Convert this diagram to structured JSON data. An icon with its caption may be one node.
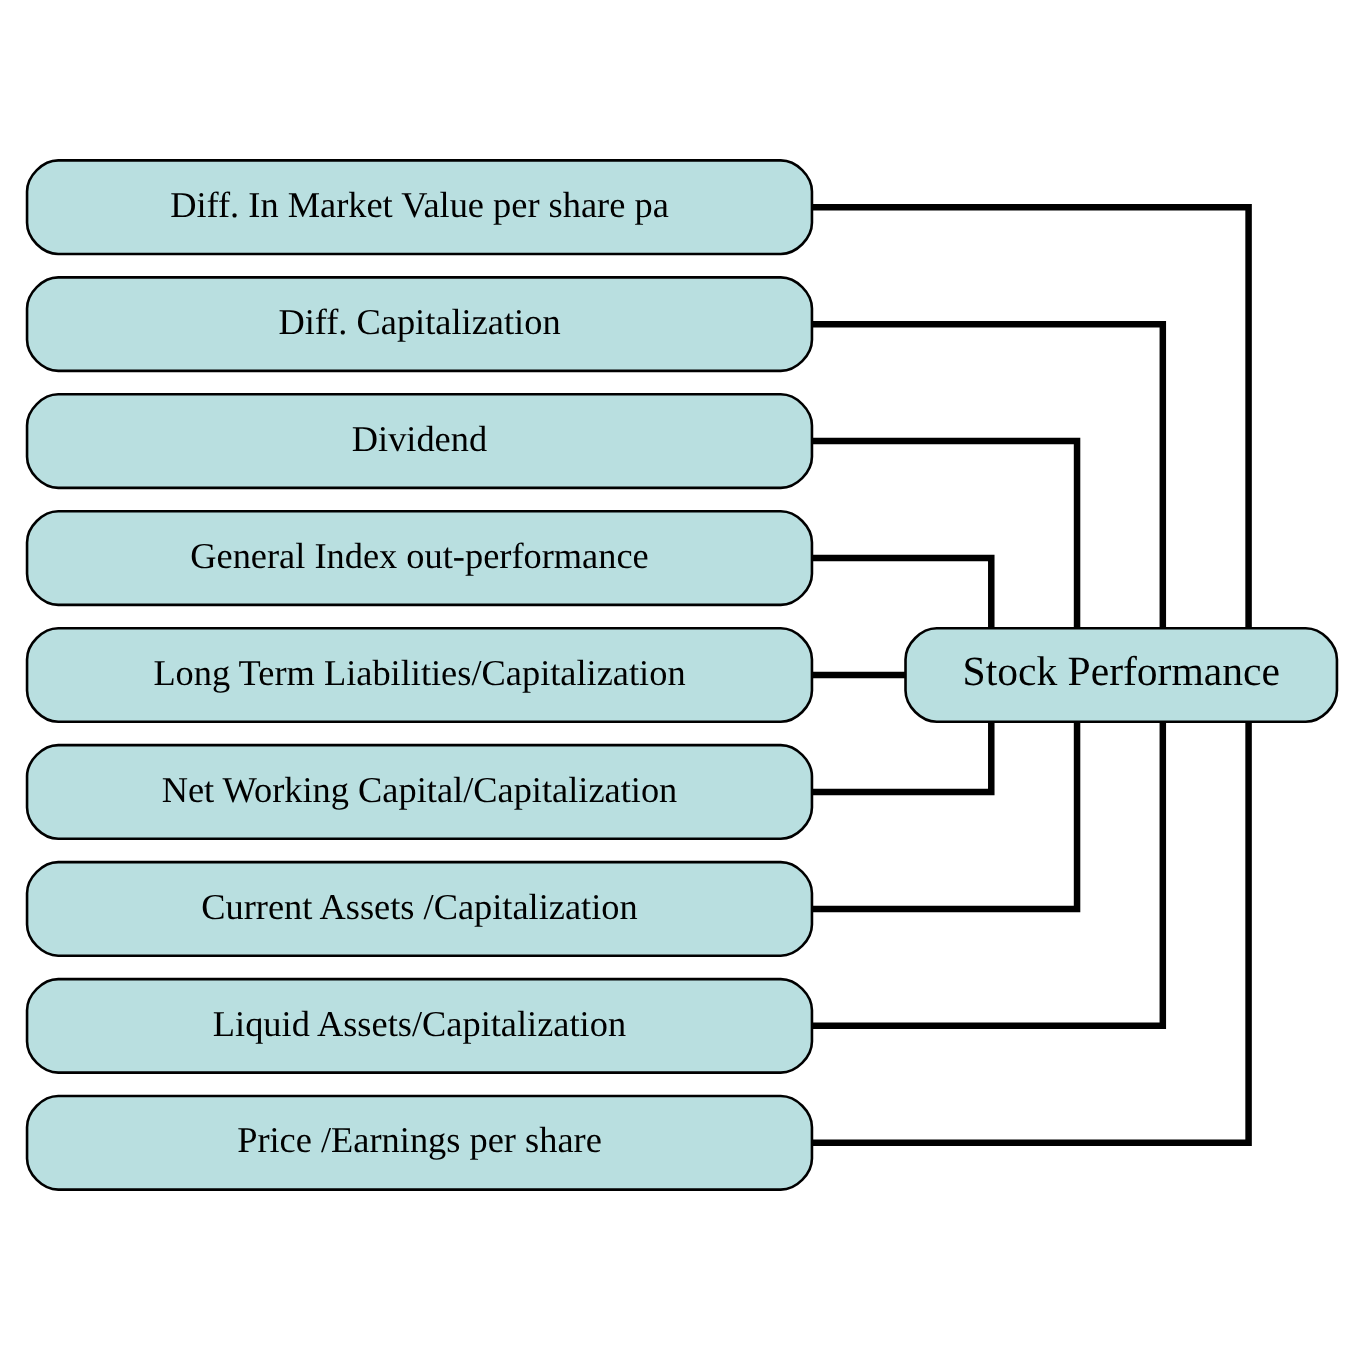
{
  "diagram": {
    "nodes": [
      {
        "text": [
          "Stock Performance"
        ]
      },
      {
        "text": [
          "Diff. In Market Value per share pa"
        ]
      },
      {
        "text": [
          "Diff. Capitalization"
        ]
      },
      {
        "text": [
          "Dividend"
        ]
      },
      {
        "text": [
          "General Index out-performance"
        ]
      },
      {
        "text": [
          "Long Term Liabilities/Capitalization"
        ]
      },
      {
        "text": [
          "Net Working Capital/Capitalization"
        ]
      },
      {
        "text": [
          "Current Assets /Capitalization"
        ]
      },
      {
        "text": [
          "Liquid Assets/Capitalization"
        ]
      },
      {
        "text": [
          "Price /Earnings per share"
        ]
      }
    ],
    "edges": [
      {
        "from": 0,
        "to": 1,
        "arrow": "none"
      },
      {
        "from": 0,
        "to": 2,
        "arrow": "none"
      },
      {
        "from": 0,
        "to": 3,
        "arrow": "none"
      },
      {
        "from": 0,
        "to": 4,
        "arrow": "none"
      },
      {
        "from": 0,
        "to": 5,
        "arrow": "none"
      },
      {
        "from": 0,
        "to": 6,
        "arrow": "none"
      },
      {
        "from": 0,
        "to": 7,
        "arrow": "none"
      },
      {
        "from": 0,
        "to": 8,
        "arrow": "none"
      },
      {
        "from": 0,
        "to": 9,
        "arrow": "none"
      }
    ]
  }
}
